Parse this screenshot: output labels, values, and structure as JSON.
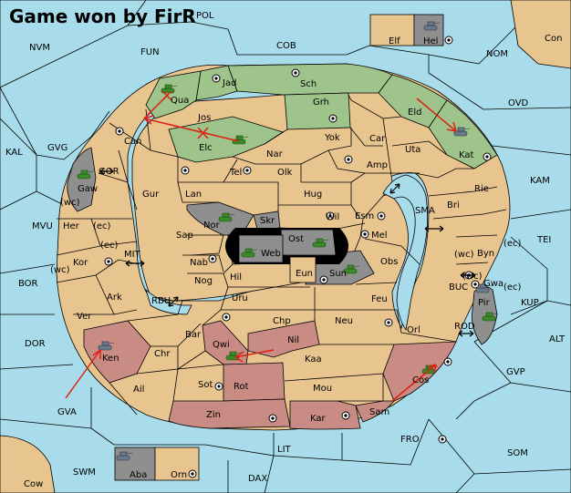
{
  "title": "Game won by FirR",
  "subtitle": "POL",
  "colors": {
    "sea": "#a8dcea",
    "neutral": "#e8c48f",
    "green_power": "#9ec48c",
    "red_power": "#c88c84",
    "grey_power": "#8f8f8f",
    "order_arrow": "#e02010",
    "tank": "#3a8a2a"
  },
  "outer_sea": [
    "NVM",
    "FUN",
    "COB",
    "NOM",
    "Con",
    "OVD",
    "KAL",
    "GVG",
    "KAM",
    "MVU",
    "TEI",
    "BOR",
    "KUP",
    "DOR",
    "ALT",
    "GVP",
    "GVA",
    "SOM",
    "FRO",
    "LIT",
    "SWM",
    "DAX",
    "Cow"
  ],
  "inner_sea": [
    "GOR",
    "MIT",
    "RBU",
    "SMA",
    "BUC",
    "ROD"
  ],
  "coast_tags": [
    "(wc)",
    "(ec)",
    "(ec)",
    "(wc)",
    "(wc)",
    "(ec)",
    "(wc)",
    "(ec)"
  ],
  "ring_regions": [
    "Jad",
    "Sch",
    "Qua",
    "Jos",
    "Grh",
    "Eld",
    "Can",
    "Elc",
    "Nar",
    "Yok",
    "Car",
    "Uta",
    "Kat",
    "Tel",
    "Olk",
    "Amp",
    "Gaw",
    "Gur",
    "Lan",
    "Hug",
    "Rie",
    "Nor",
    "Skr",
    "Ost",
    "Wil",
    "Esm",
    "Bri",
    "Her",
    "Sap",
    "Web",
    "Mel",
    "Byn",
    "Kor",
    "Nab",
    "Eun",
    "Sun",
    "Obs",
    "Gwa",
    "Hil",
    "Nog",
    "Uru",
    "Feu",
    "Pir",
    "Ark",
    "Chp",
    "Neu",
    "Orl",
    "Ver",
    "Bar",
    "Qwi",
    "Nil",
    "Chr",
    "Kaa",
    "Ken",
    "Sot",
    "Rot",
    "Mou",
    "Cos",
    "Ail",
    "Zin",
    "Kar",
    "Sam"
  ],
  "boxes": [
    "Elf",
    "Hel",
    "Aba",
    "Orn"
  ],
  "legend_units": "tank-icon"
}
